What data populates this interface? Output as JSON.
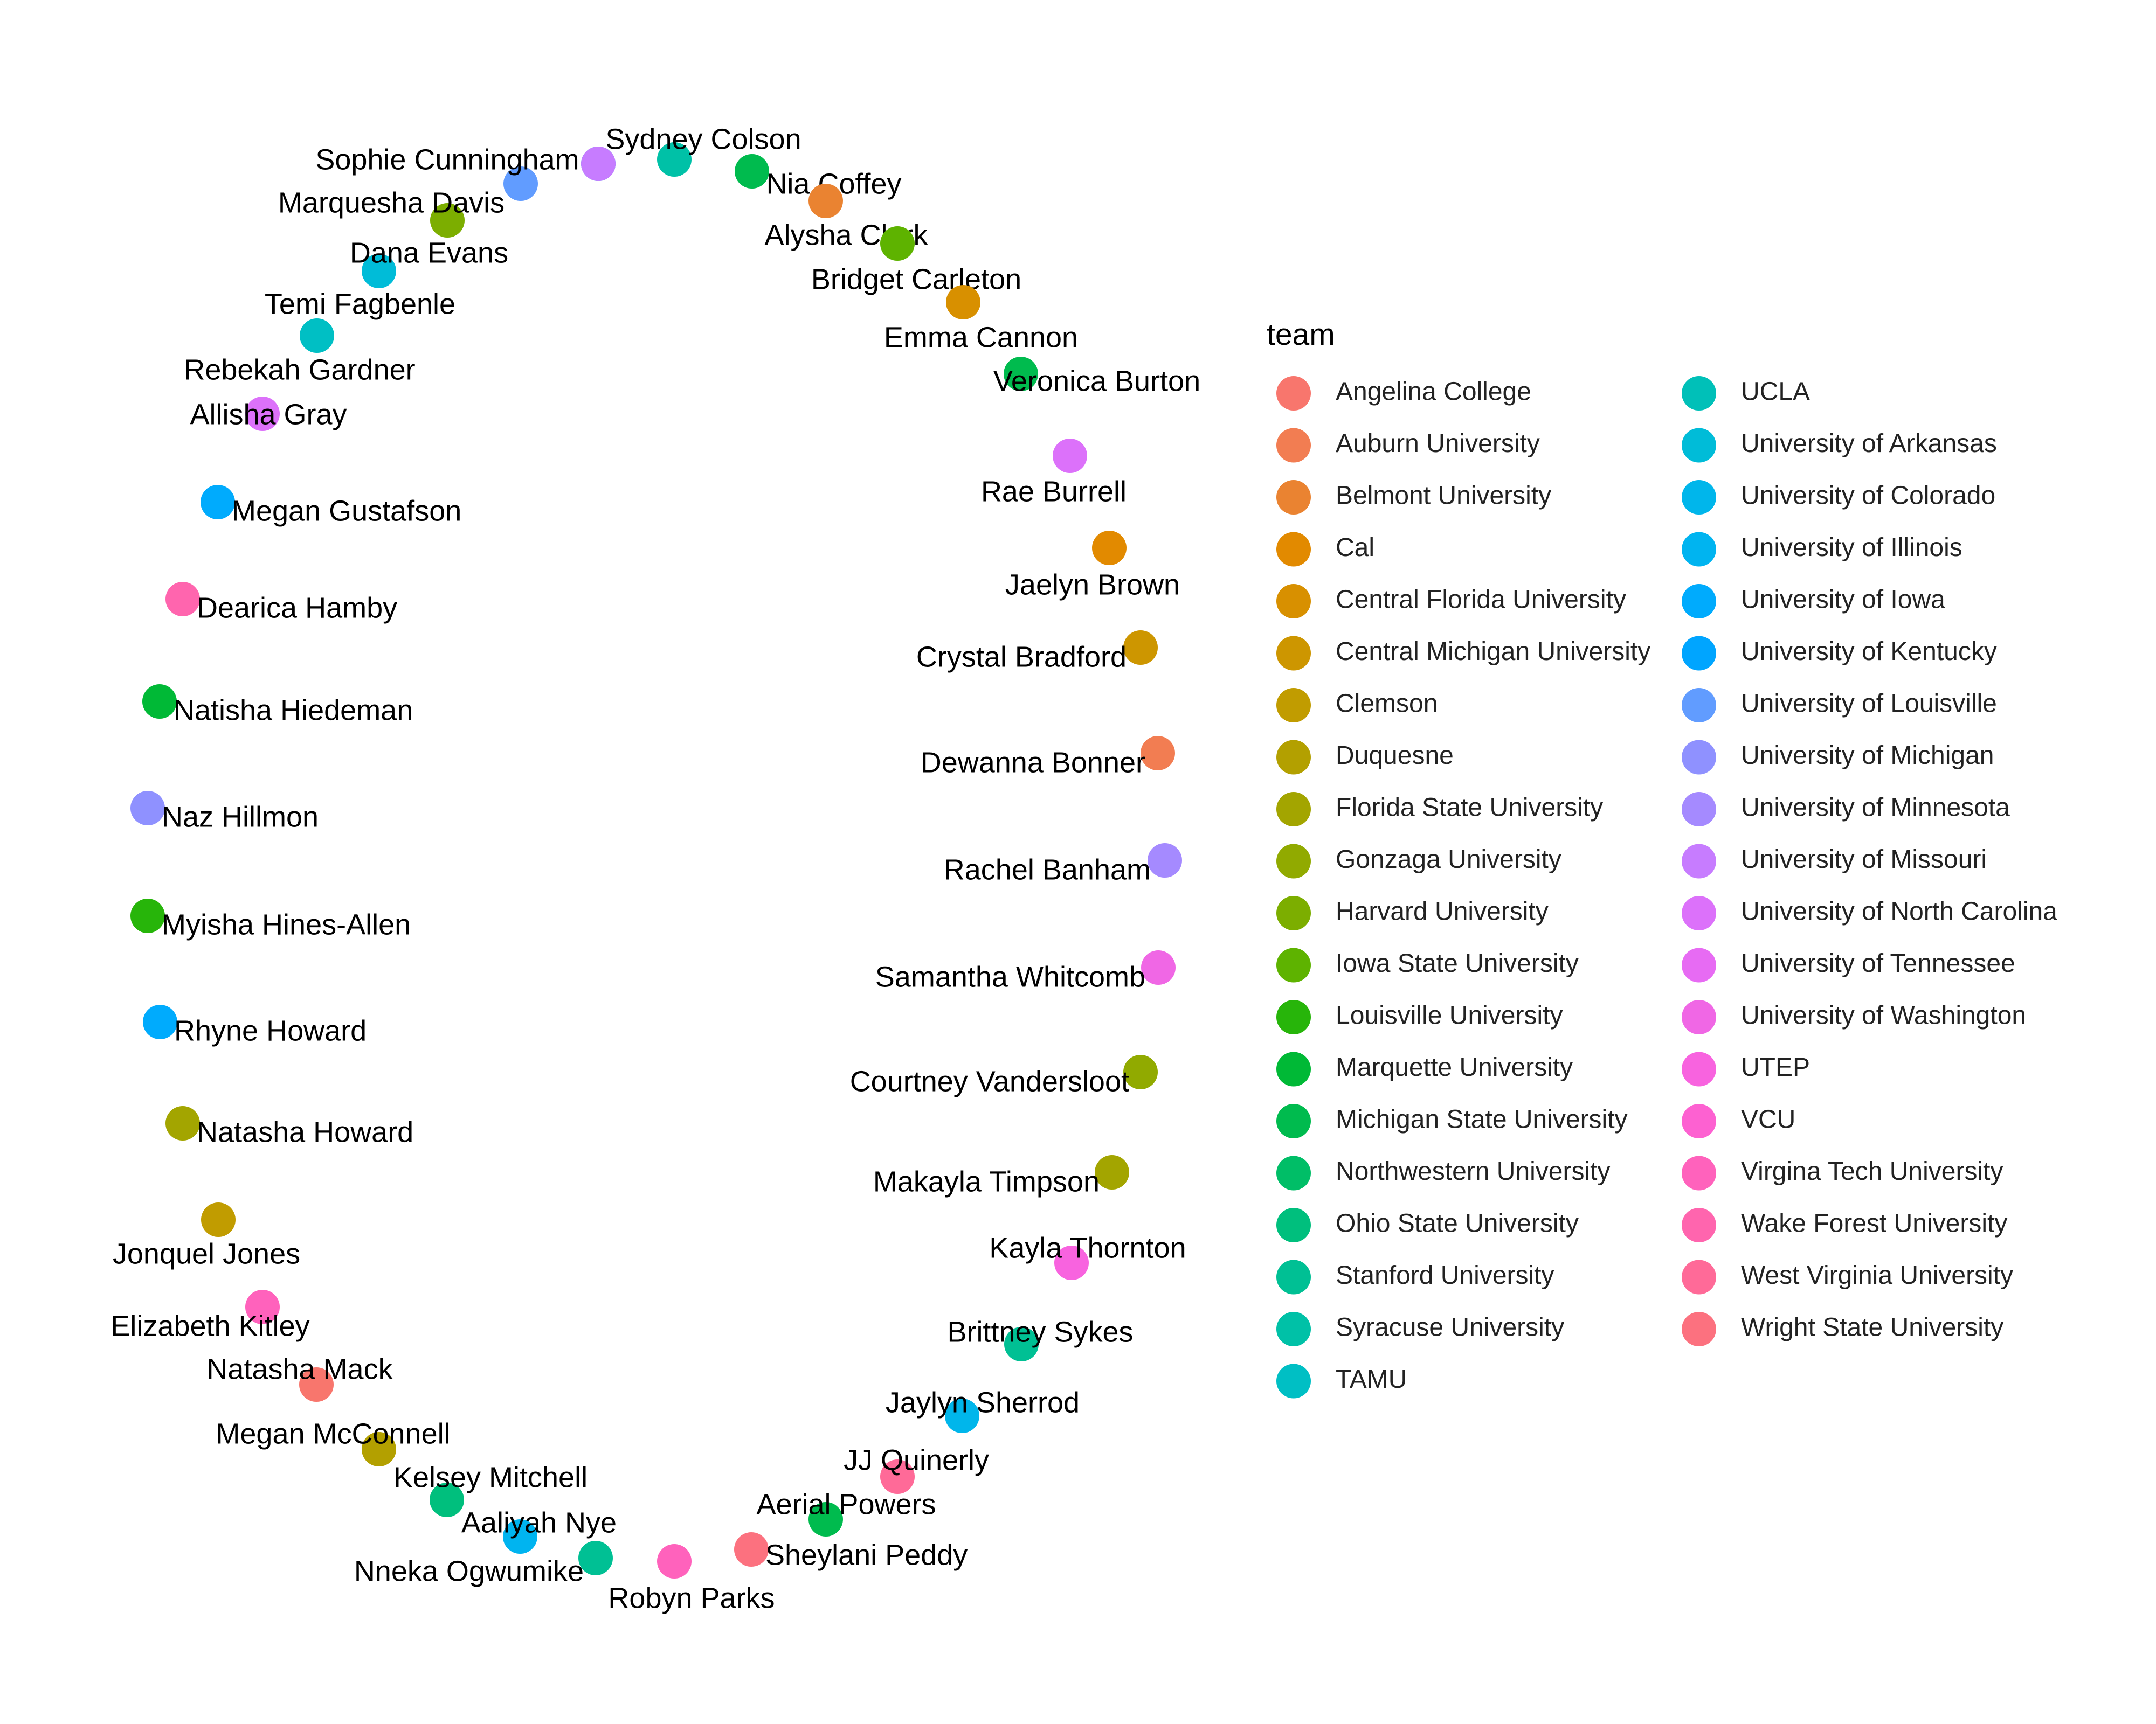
{
  "legend": {
    "title": "team",
    "teams": [
      {
        "name": "Angelina College",
        "color": "#F8766D"
      },
      {
        "name": "Auburn University",
        "color": "#F27D52"
      },
      {
        "name": "Belmont University",
        "color": "#EA8331"
      },
      {
        "name": "Cal",
        "color": "#E28A00"
      },
      {
        "name": "Central Florida University",
        "color": "#D89000"
      },
      {
        "name": "Central Michigan University",
        "color": "#CD9600"
      },
      {
        "name": "Clemson",
        "color": "#C19C00"
      },
      {
        "name": "Duquesne",
        "color": "#B3A000"
      },
      {
        "name": "Florida State University",
        "color": "#A3A500"
      },
      {
        "name": "Gonzaga University",
        "color": "#91AA00"
      },
      {
        "name": "Harvard University",
        "color": "#7CAE00"
      },
      {
        "name": "Iowa State University",
        "color": "#5EB300"
      },
      {
        "name": "Louisville University",
        "color": "#27B50A"
      },
      {
        "name": "Marquette University",
        "color": "#00B936"
      },
      {
        "name": "Michigan State University",
        "color": "#00BB4E"
      },
      {
        "name": "Northwestern University",
        "color": "#00BE67"
      },
      {
        "name": "Ohio State University",
        "color": "#00BF7D"
      },
      {
        "name": "Stanford University",
        "color": "#00C094"
      },
      {
        "name": "Syracuse University",
        "color": "#00C1A7"
      },
      {
        "name": "TAMU",
        "color": "#00BFC4"
      },
      {
        "name": "UCLA",
        "color": "#00C0B8"
      },
      {
        "name": "University of Arkansas",
        "color": "#00BCD8"
      },
      {
        "name": "University of Colorado",
        "color": "#00B6EB"
      },
      {
        "name": "University of Illinois",
        "color": "#00B4F0"
      },
      {
        "name": "University of Iowa",
        "color": "#00ABFD"
      },
      {
        "name": "University of Kentucky",
        "color": "#00A5FF"
      },
      {
        "name": "University of Louisville",
        "color": "#619CFF"
      },
      {
        "name": "University of Michigan",
        "color": "#8F91FF"
      },
      {
        "name": "University of Minnesota",
        "color": "#A58AFF"
      },
      {
        "name": "University of Missouri",
        "color": "#C77CFF"
      },
      {
        "name": "University of North Carolina",
        "color": "#DC71FA"
      },
      {
        "name": "University of Tennessee",
        "color": "#E76BF3"
      },
      {
        "name": "University of Washington",
        "color": "#F067E5"
      },
      {
        "name": "UTEP",
        "color": "#F863DF"
      },
      {
        "name": "VCU",
        "color": "#FD61D1"
      },
      {
        "name": "Virgina Tech University",
        "color": "#FF62BC"
      },
      {
        "name": "Wake Forest University",
        "color": "#FF65AE"
      },
      {
        "name": "West Virginia University",
        "color": "#FF6A98"
      },
      {
        "name": "Wright State University",
        "color": "#FC717F"
      }
    ]
  },
  "players": [
    {
      "name": "Sydney Colson",
      "color": "#00C1A7"
    },
    {
      "name": "Nia Coffey",
      "color": "#00BB4E"
    },
    {
      "name": "Alysha Clark",
      "color": "#EA8331"
    },
    {
      "name": "Bridget Carleton",
      "color": "#5EB300"
    },
    {
      "name": "Emma Cannon",
      "color": "#D89000"
    },
    {
      "name": "Veronica Burton",
      "color": "#00BB4E"
    },
    {
      "name": "Rae Burrell",
      "color": "#DC71FA"
    },
    {
      "name": "Jaelyn Brown",
      "color": "#E28A00"
    },
    {
      "name": "Crystal Bradford",
      "color": "#CD9600"
    },
    {
      "name": "Dewanna Bonner",
      "color": "#F27D52"
    },
    {
      "name": "Rachel Banham",
      "color": "#A58AFF"
    },
    {
      "name": "Samantha Whitcomb",
      "color": "#F067E5"
    },
    {
      "name": "Courtney Vandersloot",
      "color": "#91AA00"
    },
    {
      "name": "Makayla Timpson",
      "color": "#A3A500"
    },
    {
      "name": "Kayla Thornton",
      "color": "#F863DF"
    },
    {
      "name": "Brittney Sykes",
      "color": "#00C094"
    },
    {
      "name": "Jaylyn Sherrod",
      "color": "#00B6EB"
    },
    {
      "name": "JJ Quinerly",
      "color": "#FF6A98"
    },
    {
      "name": "Aerial Powers",
      "color": "#00BB4E"
    },
    {
      "name": "Sheylani Peddy",
      "color": "#FC717F"
    },
    {
      "name": "Robyn Parks",
      "color": "#FF62BC"
    },
    {
      "name": "Nneka Ogwumike",
      "color": "#00C094"
    },
    {
      "name": "Aaliyah Nye",
      "color": "#00B4F0"
    },
    {
      "name": "Kelsey Mitchell",
      "color": "#00BF7D"
    },
    {
      "name": "Megan McConnell",
      "color": "#B3A000"
    },
    {
      "name": "Natasha Mack",
      "color": "#F8766D"
    },
    {
      "name": "Elizabeth Kitley",
      "color": "#FF62BC"
    },
    {
      "name": "Jonquel Jones",
      "color": "#C19C00"
    },
    {
      "name": "Natasha Howard",
      "color": "#A3A500"
    },
    {
      "name": "Rhyne Howard",
      "color": "#00ABFD"
    },
    {
      "name": "Myisha Hines-Allen",
      "color": "#27B50A"
    },
    {
      "name": "Naz Hillmon",
      "color": "#8F91FF"
    },
    {
      "name": "Natisha Hiedeman",
      "color": "#00B936"
    },
    {
      "name": "Dearica Hamby",
      "color": "#FF65AE"
    },
    {
      "name": "Megan Gustafson",
      "color": "#00ABFD"
    },
    {
      "name": "Allisha Gray",
      "color": "#DC71FA"
    },
    {
      "name": "Rebekah Gardner",
      "color": "#00BFC4"
    },
    {
      "name": "Temi Fagbenle",
      "color": "#00BCD8"
    },
    {
      "name": "Dana Evans",
      "color": "#7CAE00"
    },
    {
      "name": "Marquesha Davis",
      "color": "#619CFF"
    },
    {
      "name": "Sophie Cunningham",
      "color": "#00B6EB"
    },
    {
      "name": "Sophie Cunningham dot",
      "color": "#C77CFF"
    }
  ]
}
